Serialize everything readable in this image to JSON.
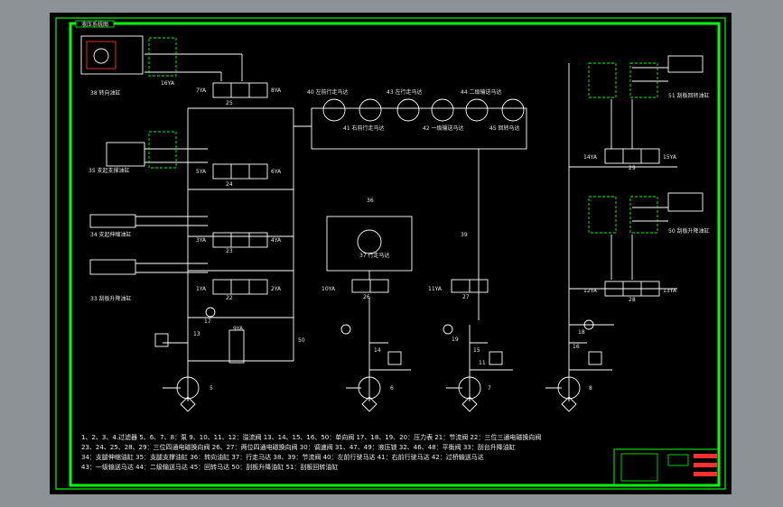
{
  "title_tag": "液压系统图",
  "labels": {
    "c38": "38 转向油缸",
    "c35": "35 支起支撑油缸",
    "c34": "34 支起伸缩油缸",
    "c33": "33 刮板升降油缸",
    "c51": "51 刮板回转油缸",
    "c50": "50 刮板升降油缸",
    "m37": "37 行走马达",
    "m40": "40 左前行走马达",
    "m43": "43 左行走马达",
    "m44": "44 二级输送马达",
    "m41": "41 右前行走马达",
    "m42": "42 一级输送马达",
    "m45": "45 回转马达",
    "v36": "36",
    "v39": "39",
    "v13": "13",
    "v17": "17",
    "v50": "50",
    "v14": "14",
    "v15": "15",
    "v16": "16",
    "v19": "19",
    "v18": "18",
    "v11": "11",
    "p5": "5",
    "p6": "6",
    "p7": "7",
    "p8": "8",
    "dv22": "22",
    "dv23": "23",
    "dv24": "24",
    "dv25": "25",
    "dv26": "26",
    "dv27": "27",
    "dv28": "28",
    "dv29": "29",
    "ya1": "1YA",
    "ya2": "2YA",
    "ya3": "3YA",
    "ya4": "4YA",
    "ya5": "5YA",
    "ya6": "6YA",
    "ya7": "7YA",
    "ya8": "8YA",
    "ya9": "9YA",
    "ya10": "10YA",
    "ya11": "11YA",
    "ya12": "12YA",
    "ya13": "13YA",
    "ya14": "14YA",
    "ya15": "15YA",
    "ya16": "16YA"
  },
  "legend": [
    "1、2、3、4.过滤器  5、6、7、8：泵  9、10、11、12：溢流阀  13、14、15、16、50：单向阀  17、18、19、20：压力表  21：节流阀  22：三位三通电磁换向阀",
    "23、24、25、28、29：三位四通电磁换向阀  26、27：两位四通电磁换向阀  30：调速阀  31、47、49：液压锁  32、46、48：平衡阀  33：刮台升降油缸",
    "34：支腿伸缩油缸  35：支腿支撑油缸  36：转向油缸  37：行走马达  38、39：节流阀  40：左前行驶马达  41：右前行驶马达  42：过桥输送马达",
    "43：一级输送马达  44：二级输送马达  45：回转马达  50：刮板升降油缸  51：刮板回转油缸"
  ],
  "colors": {
    "sheet": "#000000",
    "border": "#00ff00",
    "lines": "#ffffff",
    "accent": "#ff3030",
    "background": "#8c9296"
  }
}
